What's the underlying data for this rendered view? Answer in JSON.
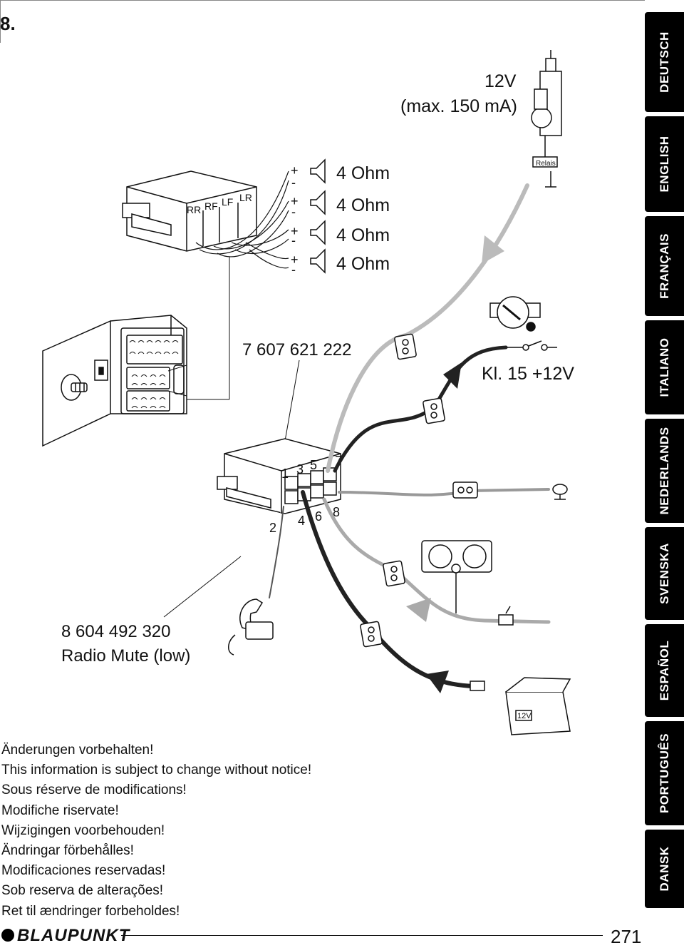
{
  "section_number": "8.",
  "labels": {
    "power_12v": "12V",
    "power_max": "(max. 150 mA)",
    "relais": "Relais",
    "ohm": [
      "4 Ohm",
      "4 Ohm",
      "4 Ohm",
      "4 Ohm"
    ],
    "speaker_codes": [
      "RR",
      "RF",
      "LF",
      "LR"
    ],
    "part_number_adapter": "7 607 621 222",
    "kl15": "Kl. 15 +12V",
    "pins_top": [
      "1",
      "3",
      "5",
      "7"
    ],
    "pins_bottom": [
      "2",
      "4",
      "6",
      "8"
    ],
    "mute_part": "8 604 492 320",
    "mute_label": "Radio Mute (low)",
    "battery": "12V",
    "plus": "+",
    "minus": "-"
  },
  "languages": [
    "DEUTSCH",
    "ENGLISH",
    "FRANÇAIS",
    "ITALIANO",
    "NEDERLANDS",
    "SVENSKA",
    "ESPAÑOL",
    "PORTUGUÊS",
    "DANSK"
  ],
  "notices": [
    "Änderungen vorbehalten!",
    "This information is subject to change without notice!",
    "Sous réserve de modifications!",
    "Modifiche riservate!",
    "Wijzigingen voorbehouden!",
    "Ändringar förbehålles!",
    "Modificaciones reservadas!",
    "Sob reserva de alterações!",
    "Ret til ændringer forbeholdes!"
  ],
  "footer": {
    "brand": "BLAUPUNKT",
    "page": "271"
  }
}
